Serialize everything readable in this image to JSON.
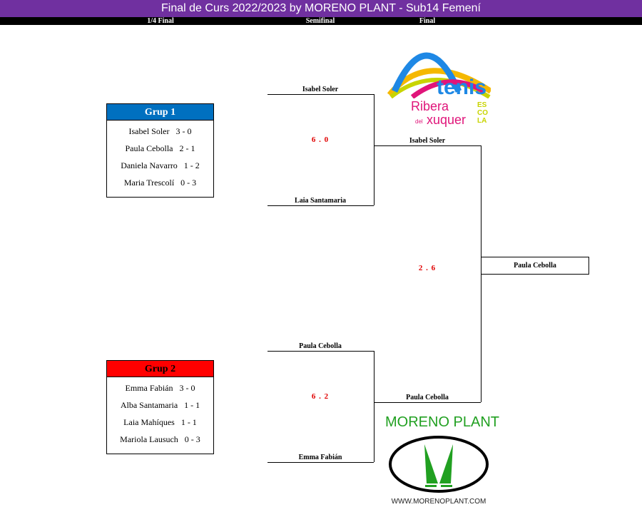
{
  "title": "Final de Curs 2022/2023 by MORENO PLANT - Sub14 Femení",
  "rounds": [
    "1/4 Final",
    "Semifinal",
    "Final"
  ],
  "groups": [
    {
      "name": "Grup 1",
      "color": "#0070c0",
      "rows": [
        "Isabel Soler   3 - 0",
        "Paula Cebolla   2 - 1",
        "Daniela Navarro   1 - 2",
        "Maria Trescolí   0 - 3"
      ]
    },
    {
      "name": "Grup 2",
      "color": "#ff0000",
      "rows": [
        "Emma Fabián   3 - 0",
        "Alba Santamaria   1 - 1",
        "Laia Mahíques   1 - 1",
        "Mariola Lausuch   0 - 3"
      ]
    }
  ],
  "semis": [
    {
      "top": "Isabel Soler",
      "bottom": "Laia Santamaria",
      "score": "6 . 0",
      "winner": "Isabel Soler"
    },
    {
      "top": "Paula Cebolla",
      "bottom": "Emma Fabián",
      "score": "6 . 2",
      "winner": "Paula Cebolla"
    }
  ],
  "final": {
    "score": "2 . 6",
    "winner": "Paula Cebolla"
  },
  "logos": {
    "tenis": {
      "text1": "tenis",
      "text2": "Ribera",
      "text3": "del",
      "text4": "xuquer",
      "text5": "ES CO LA"
    },
    "moreno": {
      "name": "MORENO PLANT",
      "url": "WWW.MORENOPLANT.COM"
    }
  }
}
